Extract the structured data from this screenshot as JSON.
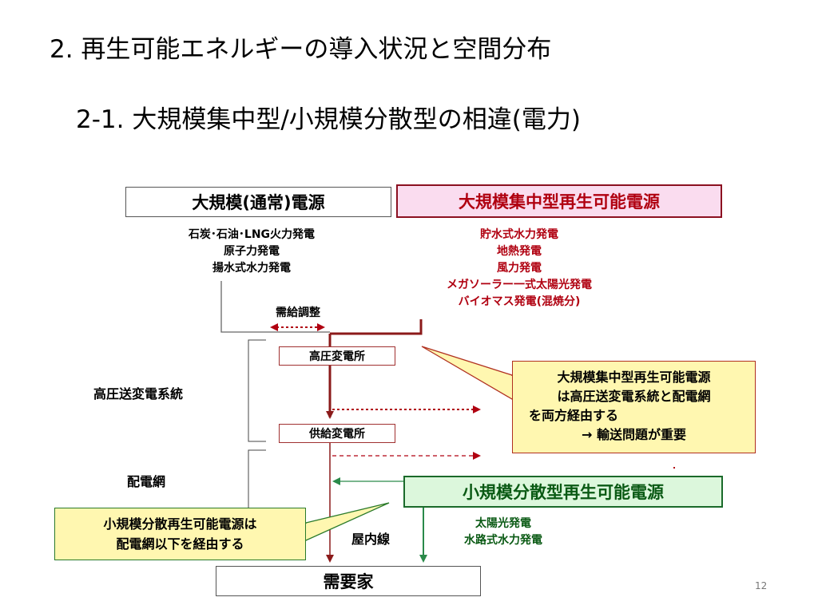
{
  "title": "2. 再生可能エネルギーの導入状況と空間分布",
  "subtitle": "2-1. 大規模集中型/小規模分散型の相違(電力)",
  "conventional": {
    "label": "大規模(通常)電源",
    "items": [
      "石炭･石油･LNG火力発電",
      "原子力発電",
      "揚水式水力発電"
    ]
  },
  "large_renewable": {
    "label": "大規模集中型再生可能電源",
    "items": [
      "貯水式水力発電",
      "地熱発電",
      "風力発電",
      "メガソーラー一式太陽光発電",
      "バイオマス発電(混焼分)"
    ]
  },
  "supply_demand_adjust": "需給調整",
  "hv_substation": "高圧変電所",
  "supply_substation": "供給変電所",
  "hv_system": "高圧送変電系統",
  "distribution_network": "配電網",
  "indoor_wiring": "屋内線",
  "small_renewable": {
    "label": "小規模分散型再生可能電源",
    "items": [
      "太陽光発電",
      "水路式水力発電"
    ]
  },
  "demand": "需要家",
  "callout_large": [
    "大規模集中型再生可能電源",
    "は高圧送変電系統と配電網",
    "を両方経由する",
    "→ 輸送問題が重要"
  ],
  "callout_small": [
    "小規模分散再生可能電源は",
    "配電網以下を経由する"
  ],
  "page_number": "12",
  "colors": {
    "red_line": "#8b1a1a",
    "green_line": "#2a8a4a",
    "callout_fill": "#fff7b0"
  }
}
